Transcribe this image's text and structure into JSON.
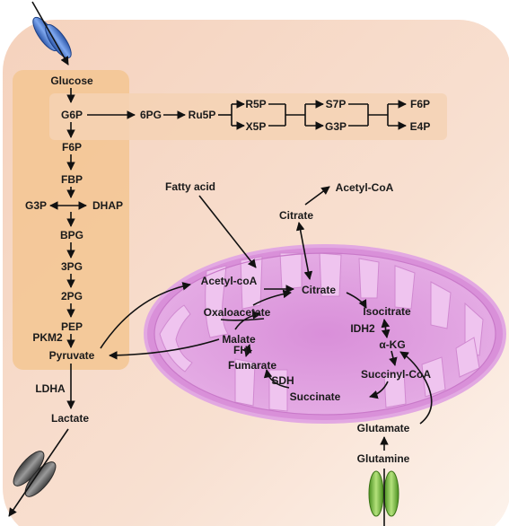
{
  "colors": {
    "cell_fill": "#f6d8c6",
    "cell_gradient_end": "#fdf1ea",
    "glycolysis_band": "#f5c999",
    "pentose_band": "#f5d7bd",
    "mitochondria_outer": "#df9be0",
    "mitochondria_inner": "#e8b4e8",
    "transporter_blue": "#3f6fc6",
    "transporter_grey": "#6a6a6a",
    "transporter_green": "#7cc142"
  },
  "icons": [
    "glucose-transporter-icon",
    "lactate-transporter-icon",
    "glutamine-transporter-icon",
    "mitochondrion-icon"
  ],
  "glycolysis": {
    "glucose": "Glucose",
    "g6p": "G6P",
    "f6p": "F6P",
    "fbp": "FBP",
    "g3p": "G3P",
    "dhap": "DHAP",
    "bpg": "BPG",
    "pg3": "3PG",
    "pg2": "2PG",
    "pep": "PEP",
    "pkm2": "PKM2",
    "pyruvate": "Pyruvate",
    "ldha": "LDHA",
    "lactate": "Lactate"
  },
  "pentose_phosphate": {
    "pg6": "6PG",
    "ru5p": "Ru5P",
    "r5p": "R5P",
    "x5p": "X5P",
    "s7p": "S7P",
    "g3p": "G3P",
    "f6p": "F6P",
    "e4p": "E4P"
  },
  "lipid": {
    "fatty_acid": "Fatty acid",
    "citrate_cyto": "Citrate",
    "acetyl_coa_cyto": "Acetyl-CoA"
  },
  "tca": {
    "acetyl_coa": "Acetyl-coA",
    "citrate": "Citrate",
    "isocitrate": "Isocitrate",
    "idh2": "IDH2",
    "akg": "α-KG",
    "succinyl_coa": "Succinyl-CoA",
    "succinate": "Succinate",
    "sdh": "SDH",
    "fumarate": "Fumarate",
    "fh": "FH",
    "malate": "Malate",
    "oxaloacetate": "Oxaloacetate"
  },
  "glutaminolysis": {
    "glutamate": "Glutamate",
    "glutamine": "Glutamine"
  }
}
